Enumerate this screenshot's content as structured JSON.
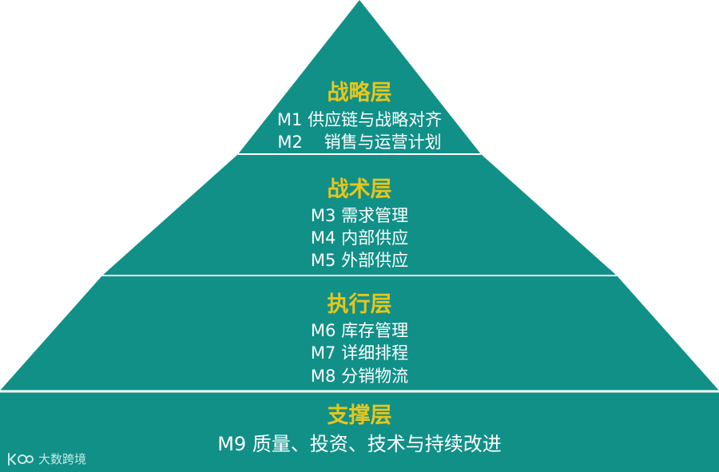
{
  "colors": {
    "fill": "#119088",
    "divider": "#ffffff",
    "title": "#e8c61a",
    "text": "#ffffff"
  },
  "layers": [
    {
      "title": "战略层",
      "items": [
        "M1 供应链与战略对齐",
        "M2    销售与运营计划"
      ]
    },
    {
      "title": "战术层",
      "items": [
        "M3 需求管理",
        "M4 内部供应",
        "M5 外部供应"
      ]
    },
    {
      "title": "执行层",
      "items": [
        "M6 库存管理",
        "M7 详细排程",
        "M8 分销物流"
      ]
    },
    {
      "title": "支撑层",
      "items": [
        "M9 质量、投资、技术与持续改进"
      ]
    }
  ],
  "watermark": {
    "text": "大数跨境",
    "logo": "kc-logo-icon"
  }
}
